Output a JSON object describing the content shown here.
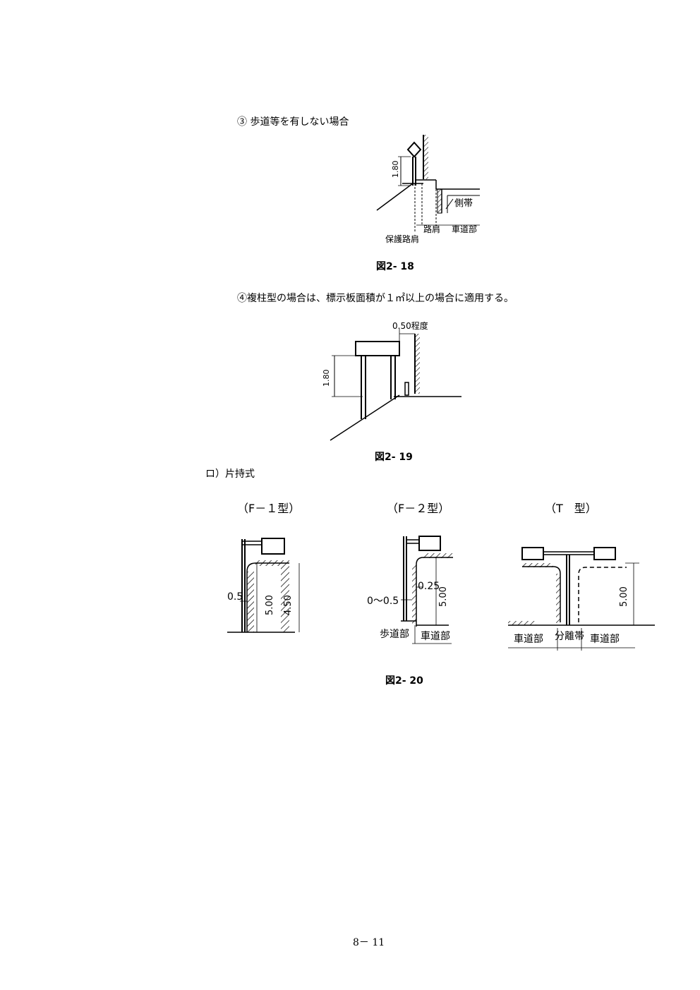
{
  "section3": {
    "heading": "③ 歩道等を有しない場合"
  },
  "fig18": {
    "caption": "図2- 18",
    "dim_height": "1.80",
    "label_side_strip": "側帯",
    "label_shoulder": "路肩",
    "label_roadway": "車道部",
    "label_protective_shoulder": "保護路肩"
  },
  "section4": {
    "text": "④複柱型の場合は、標示板面積が１㎡以上の場合に適用する。"
  },
  "fig19": {
    "caption": "図2- 19",
    "dim_offset": "0.50程度",
    "dim_height": "1.80"
  },
  "sectionRo": {
    "heading": "ロ）片持式"
  },
  "fig20": {
    "caption": "図2- 20",
    "f1": {
      "title": "（F－１型）",
      "dim_offset": "0.5",
      "dim_clear": "5.00",
      "dim_total": "4.50"
    },
    "f2": {
      "title": "（F－２型）",
      "dim_offset": "0～0.5",
      "dim_gap": "0.25",
      "dim_clear": "5.00",
      "label_sidewalk": "歩道部",
      "label_roadway": "車道部"
    },
    "t": {
      "title": "（T　型）",
      "dim_clear": "5.00",
      "label_roadway_left": "車道部",
      "label_median": "分離帯",
      "label_roadway_right": "車道部"
    }
  },
  "footer": {
    "page": "8－ 11"
  }
}
